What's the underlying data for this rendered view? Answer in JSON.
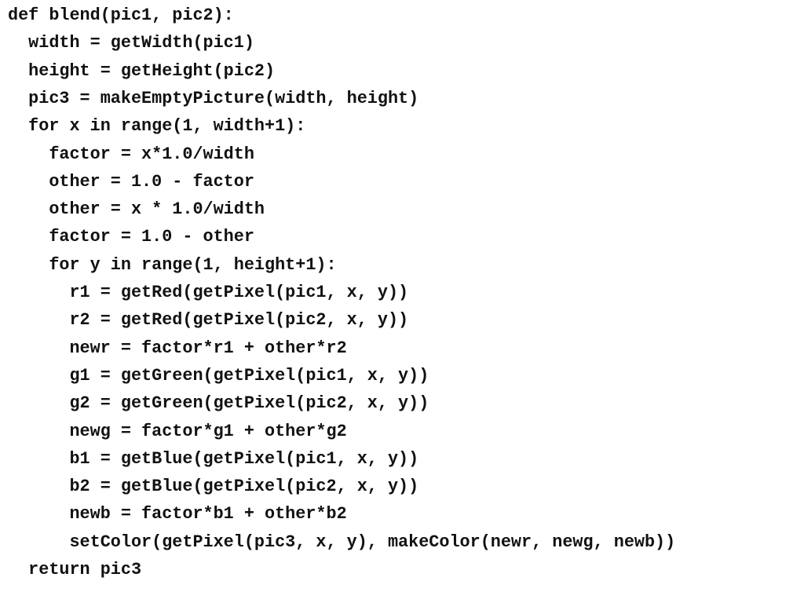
{
  "code": {
    "lines": [
      {
        "text": "def blend(pic1, pic2):"
      },
      {
        "text": "  width = getWidth(pic1)"
      },
      {
        "text": "  height = getHeight(pic2)"
      },
      {
        "text": "  pic3 = makeEmptyPicture(width, height)"
      },
      {
        "text": "  for x in range(1, width+1):"
      },
      {
        "text": "    factor = x*1.0/width"
      },
      {
        "text": "    other = 1.0 - factor"
      },
      {
        "text": "    other = x * 1.0/width"
      },
      {
        "text": "    factor = 1.0 - other"
      },
      {
        "text": "    for y in range(1, height+1):"
      },
      {
        "text": "      r1 = getRed(getPixel(pic1, x, y))"
      },
      {
        "text": "      r2 = getRed(getPixel(pic2, x, y))"
      },
      {
        "text": "      newr = factor*r1 + other*r2"
      },
      {
        "text": "      g1 = getGreen(getPixel(pic1, x, y))"
      },
      {
        "text": "      g2 = getGreen(getPixel(pic2, x, y))"
      },
      {
        "text": "      newg = factor*g1 + other*g2"
      },
      {
        "text": "      b1 = getBlue(getPixel(pic1, x, y))"
      },
      {
        "text": "      b2 = getBlue(getPixel(pic2, x, y))"
      },
      {
        "text": "      newb = factor*b1 + other*b2"
      },
      {
        "text": "      setColor(getPixel(pic3, x, y), makeColor(newr, newg, newb))"
      },
      {
        "text": "  return pic3"
      }
    ]
  }
}
